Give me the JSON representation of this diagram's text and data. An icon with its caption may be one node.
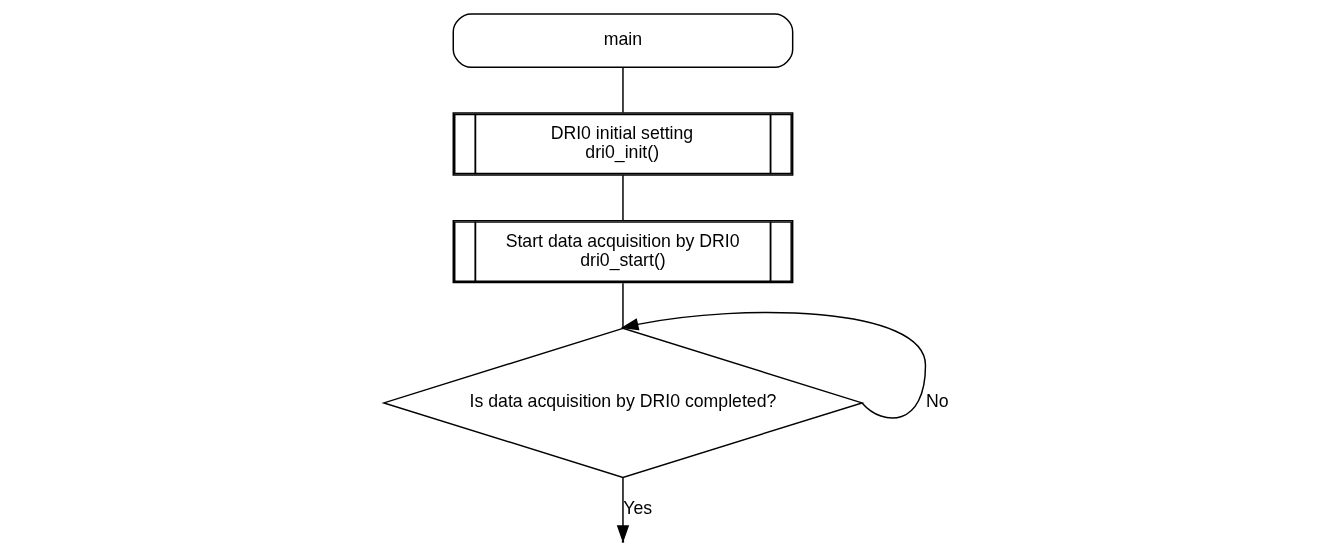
{
  "diagram": {
    "nodes": [
      {
        "text": [
          "main"
        ]
      },
      {
        "text": [
          "DRI0 initial setting",
          "dri0_init()"
        ]
      },
      {
        "text": [
          "Start data acquisition by DRI0",
          "dri0_start()"
        ]
      },
      {
        "text": [
          "Is data acquisition by DRI0 completed?"
        ]
      }
    ],
    "edges": [
      {
        "from": 0,
        "to": 1,
        "arrow": "none"
      },
      {
        "from": 1,
        "to": 2,
        "arrow": "none"
      },
      {
        "from": 2,
        "to": 3,
        "arrow": "none"
      },
      {
        "from": 3,
        "to": 3,
        "arrow": "to",
        "label": "No"
      },
      {
        "from": 3,
        "to": null,
        "arrow": "to",
        "label": "Yes"
      }
    ]
  }
}
